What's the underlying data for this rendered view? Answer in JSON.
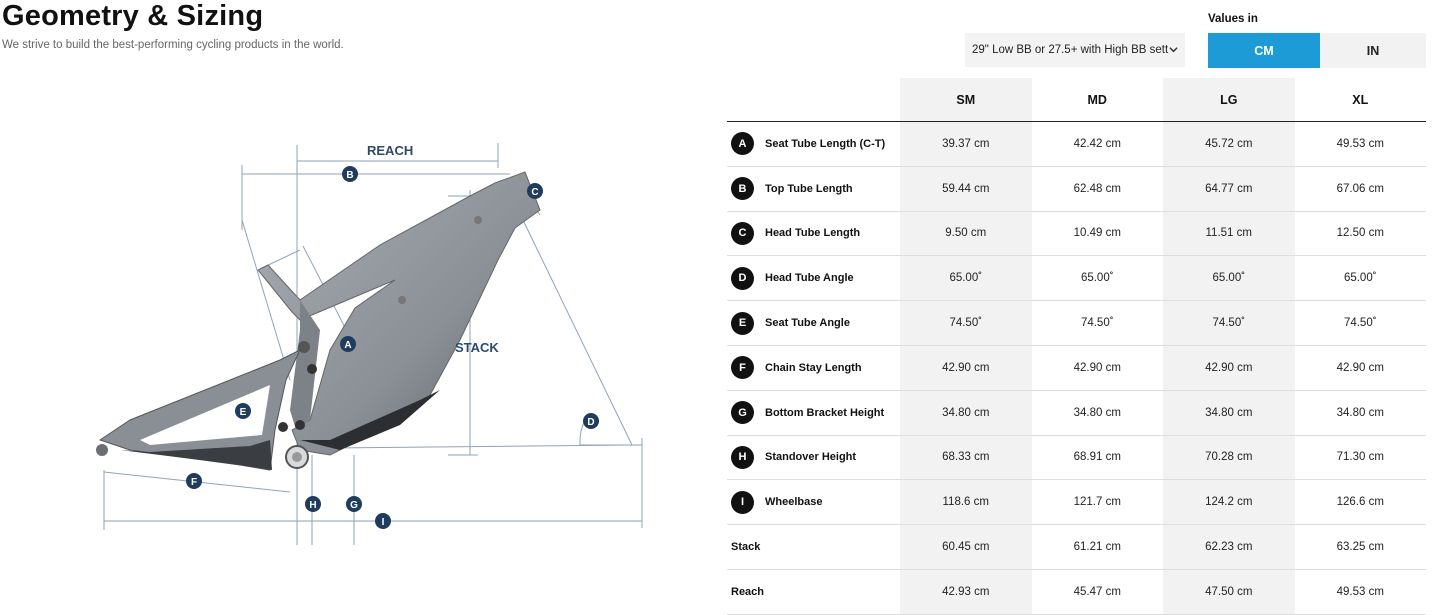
{
  "page": {
    "title": "Geometry & Sizing",
    "subtitle": "We strive to build the best-performing cycling products in the world."
  },
  "diagram": {
    "reach_label": "REACH",
    "stack_label": "STACK",
    "markers": {
      "a": "A",
      "b": "B",
      "c": "C",
      "d": "D",
      "e": "E",
      "f": "F",
      "g": "G",
      "h": "H",
      "i": "I"
    }
  },
  "controls": {
    "config_select": "29\" Low BB or 27.5+ with High BB sett",
    "units_label": "Values in",
    "unit_cm": "CM",
    "unit_in": "IN",
    "selected_unit": "CM",
    "accent_color": "#1d9bd7"
  },
  "table": {
    "sizes": [
      "SM",
      "MD",
      "LG",
      "XL"
    ],
    "rows": [
      {
        "letter": "A",
        "label": "Seat Tube Length (C-T)",
        "values": [
          "39.37 cm",
          "42.42 cm",
          "45.72 cm",
          "49.53 cm"
        ]
      },
      {
        "letter": "B",
        "label": "Top Tube Length",
        "values": [
          "59.44 cm",
          "62.48 cm",
          "64.77 cm",
          "67.06 cm"
        ]
      },
      {
        "letter": "C",
        "label": "Head Tube Length",
        "values": [
          "9.50 cm",
          "10.49 cm",
          "11.51 cm",
          "12.50 cm"
        ]
      },
      {
        "letter": "D",
        "label": "Head Tube Angle",
        "values": [
          "65.00˚",
          "65.00˚",
          "65.00˚",
          "65.00˚"
        ]
      },
      {
        "letter": "E",
        "label": "Seat Tube Angle",
        "values": [
          "74.50˚",
          "74.50˚",
          "74.50˚",
          "74.50˚"
        ]
      },
      {
        "letter": "F",
        "label": "Chain Stay Length",
        "values": [
          "42.90 cm",
          "42.90 cm",
          "42.90 cm",
          "42.90 cm"
        ]
      },
      {
        "letter": "G",
        "label": "Bottom Bracket Height",
        "values": [
          "34.80 cm",
          "34.80 cm",
          "34.80 cm",
          "34.80 cm"
        ]
      },
      {
        "letter": "H",
        "label": "Standover Height",
        "values": [
          "68.33 cm",
          "68.91 cm",
          "70.28 cm",
          "71.30 cm"
        ]
      },
      {
        "letter": "I",
        "label": "Wheelbase",
        "values": [
          "118.6 cm",
          "121.7 cm",
          "124.2 cm",
          "126.6 cm"
        ]
      },
      {
        "letter": "",
        "label": "Stack",
        "values": [
          "60.45 cm",
          "61.21 cm",
          "62.23 cm",
          "63.25 cm"
        ]
      },
      {
        "letter": "",
        "label": "Reach",
        "values": [
          "42.93 cm",
          "45.47 cm",
          "47.50 cm",
          "49.53 cm"
        ]
      }
    ]
  }
}
